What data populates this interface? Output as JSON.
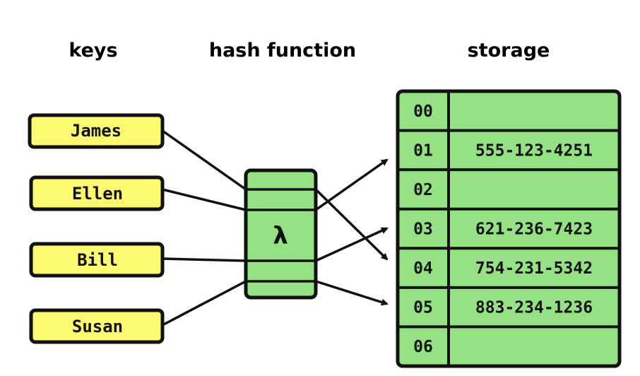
{
  "title": "Hash table diagram",
  "colors": {
    "key_fill": "#fdfa72",
    "table_fill": "#94e284",
    "stroke": "#111111"
  },
  "headings": {
    "keys": "keys",
    "hash_function": "hash function",
    "storage": "storage"
  },
  "keys": [
    {
      "label": "James",
      "bucket": "04"
    },
    {
      "label": "Ellen",
      "bucket": "01"
    },
    {
      "label": "Bill",
      "bucket": "03"
    },
    {
      "label": "Susan",
      "bucket": "05"
    }
  ],
  "hash_function": {
    "symbol": "λ",
    "icon": "lambda-icon"
  },
  "storage": {
    "rows": [
      {
        "index": "00",
        "value": ""
      },
      {
        "index": "01",
        "value": "555-123-4251"
      },
      {
        "index": "02",
        "value": ""
      },
      {
        "index": "03",
        "value": "621-236-7423"
      },
      {
        "index": "04",
        "value": "754-231-5342"
      },
      {
        "index": "05",
        "value": "883-234-1236"
      },
      {
        "index": "06",
        "value": ""
      }
    ]
  }
}
